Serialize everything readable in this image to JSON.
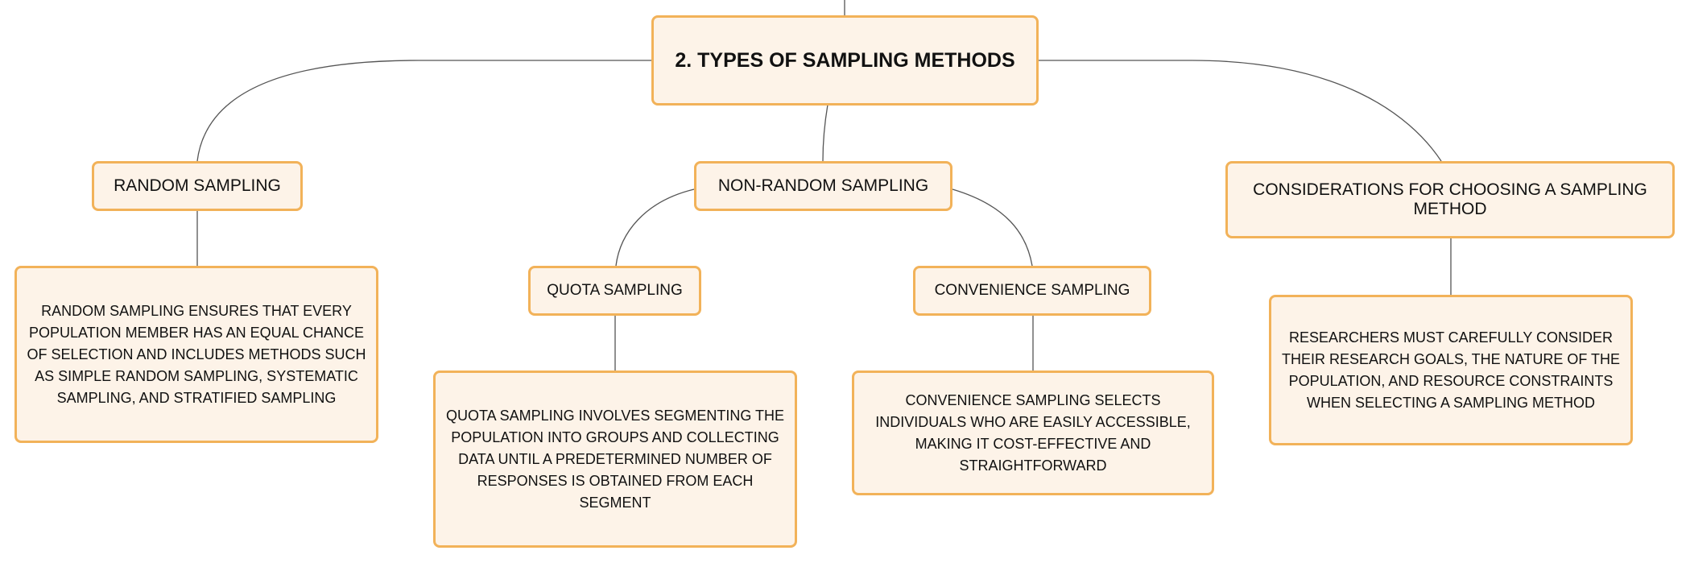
{
  "root": {
    "label": "2. TYPES OF SAMPLING METHODS"
  },
  "random": {
    "label": "RANDOM SAMPLING",
    "description": "RANDOM SAMPLING ENSURES THAT EVERY POPULATION MEMBER HAS AN EQUAL CHANCE OF SELECTION AND INCLUDES METHODS SUCH AS SIMPLE RANDOM SAMPLING, SYSTEMATIC SAMPLING, AND STRATIFIED SAMPLING"
  },
  "non_random": {
    "label": "NON-RANDOM SAMPLING",
    "quota": {
      "label": "QUOTA SAMPLING",
      "description": "QUOTA SAMPLING INVOLVES SEGMENTING THE POPULATION INTO GROUPS AND COLLECTING DATA UNTIL A PREDETERMINED NUMBER OF RESPONSES IS OBTAINED FROM EACH SEGMENT"
    },
    "convenience": {
      "label": "CONVENIENCE SAMPLING",
      "description": "CONVENIENCE SAMPLING SELECTS INDIVIDUALS WHO ARE EASILY ACCESSIBLE, MAKING IT COST-EFFECTIVE AND STRAIGHTFORWARD"
    }
  },
  "considerations": {
    "label": "CONSIDERATIONS FOR CHOOSING A SAMPLING METHOD",
    "description": "RESEARCHERS MUST CAREFULLY CONSIDER THEIR RESEARCH GOALS, THE NATURE OF THE POPULATION, AND RESOURCE CONSTRAINTS WHEN SELECTING A SAMPLING METHOD"
  },
  "colors": {
    "node_fill": "#fdf3e8",
    "node_border": "#f2b259",
    "connector": "#555555"
  }
}
